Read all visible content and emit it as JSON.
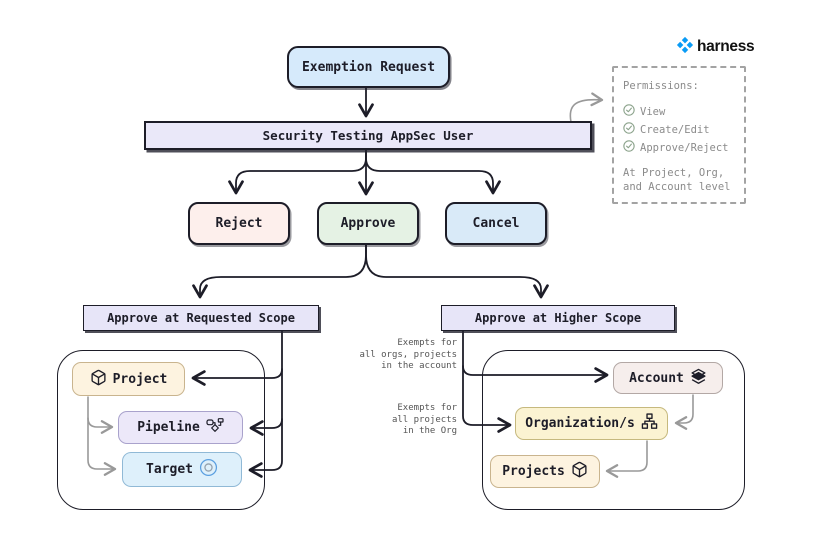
{
  "brand": {
    "name": "harness",
    "logo_icon": "harness-logo-icon",
    "logo_color": "#0a9bf5"
  },
  "flow": {
    "start": {
      "label": "Exemption Request"
    },
    "actor": {
      "label": "Security Testing AppSec User"
    },
    "decisions": [
      {
        "label": "Reject"
      },
      {
        "label": "Approve"
      },
      {
        "label": "Cancel"
      }
    ],
    "requested_scope": {
      "title": "Approve at Requested Scope",
      "nodes": [
        {
          "label": "Project",
          "icon": "cube-icon"
        },
        {
          "label": "Pipeline",
          "icon": "pipeline-icon"
        },
        {
          "label": "Target",
          "icon": "target-icon"
        }
      ]
    },
    "higher_scope": {
      "title": "Approve at Higher Scope",
      "nodes": [
        {
          "label": "Account",
          "icon": "layers-icon"
        },
        {
          "label": "Organization/s",
          "icon": "org-chart-icon"
        },
        {
          "label": "Projects",
          "icon": "cube-icon"
        }
      ]
    }
  },
  "annotations": {
    "account_note": "Exempts for\nall orgs, projects\nin the account",
    "org_note": "Exempts for\nall projects\nin the Org"
  },
  "permissions": {
    "title": "Permissions:",
    "items": [
      {
        "icon": "check-circle-icon",
        "label": "View"
      },
      {
        "icon": "check-circle-icon",
        "label": "Create/Edit"
      },
      {
        "icon": "check-circle-icon",
        "label": "Approve/Reject"
      }
    ],
    "footer": "At Project, Org,\nand Account level"
  },
  "colors": {
    "start_fill": "#d6eafb",
    "actor_fill": "#eae8f9",
    "reject_fill": "#fdefec",
    "approve_fill": "#e5f2e4",
    "cancel_fill": "#d9eaf8",
    "scope_fill": "#e7e5f8",
    "project_fill": "#fdf3e0",
    "pipeline_fill": "#ece8f9",
    "target_fill": "#def0fb",
    "account_fill": "#f6eeec",
    "organization_fill": "#fbf3d2",
    "stroke_dark": "#1d1d28",
    "stroke_gray": "#999999",
    "check_green": "#8da48d",
    "brand_blue": "#0a9bf5"
  }
}
